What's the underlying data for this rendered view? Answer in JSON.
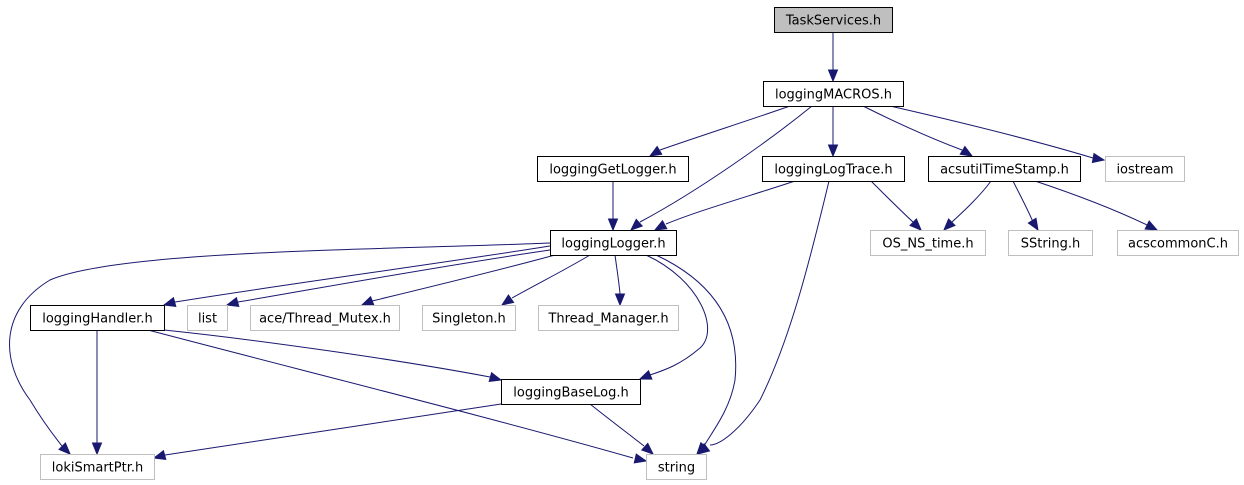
{
  "diagram": {
    "type": "include-dependency-graph",
    "root": "TaskServices.h",
    "colors": {
      "edge": "#191970",
      "root_fill": "#bfbfbf",
      "documented_border": "#000000",
      "undocumented_border": "#bfbfbf",
      "node_fill": "#ffffff"
    },
    "nodes": [
      {
        "id": "TaskServices",
        "label": "TaskServices.h",
        "kind": "root"
      },
      {
        "id": "loggingMACROS",
        "label": "loggingMACROS.h",
        "kind": "documented"
      },
      {
        "id": "loggingGetLogger",
        "label": "loggingGetLogger.h",
        "kind": "documented"
      },
      {
        "id": "loggingLogTrace",
        "label": "loggingLogTrace.h",
        "kind": "documented"
      },
      {
        "id": "acsutilTimeStamp",
        "label": "acsutilTimeStamp.h",
        "kind": "documented"
      },
      {
        "id": "iostream",
        "label": "iostream",
        "kind": "external"
      },
      {
        "id": "loggingLogger",
        "label": "loggingLogger.h",
        "kind": "documented"
      },
      {
        "id": "OS_NS_time",
        "label": "OS_NS_time.h",
        "kind": "external"
      },
      {
        "id": "SString",
        "label": "SString.h",
        "kind": "external"
      },
      {
        "id": "acscommonC",
        "label": "acscommonC.h",
        "kind": "external"
      },
      {
        "id": "loggingHandler",
        "label": "loggingHandler.h",
        "kind": "documented"
      },
      {
        "id": "list",
        "label": "list",
        "kind": "external"
      },
      {
        "id": "Thread_Mutex",
        "label": "ace/Thread_Mutex.h",
        "kind": "external"
      },
      {
        "id": "Singleton",
        "label": "Singleton.h",
        "kind": "external"
      },
      {
        "id": "Thread_Manager",
        "label": "Thread_Manager.h",
        "kind": "external"
      },
      {
        "id": "loggingBaseLog",
        "label": "loggingBaseLog.h",
        "kind": "documented"
      },
      {
        "id": "lokiSmartPtr",
        "label": "lokiSmartPtr.h",
        "kind": "external"
      },
      {
        "id": "string",
        "label": "string",
        "kind": "external"
      }
    ],
    "edges": [
      {
        "from": "TaskServices",
        "to": "loggingMACROS"
      },
      {
        "from": "loggingMACROS",
        "to": "loggingGetLogger"
      },
      {
        "from": "loggingMACROS",
        "to": "loggingLogger"
      },
      {
        "from": "loggingMACROS",
        "to": "loggingLogTrace"
      },
      {
        "from": "loggingMACROS",
        "to": "acsutilTimeStamp"
      },
      {
        "from": "loggingMACROS",
        "to": "iostream"
      },
      {
        "from": "loggingGetLogger",
        "to": "loggingLogger"
      },
      {
        "from": "loggingLogTrace",
        "to": "loggingLogger"
      },
      {
        "from": "loggingLogTrace",
        "to": "OS_NS_time"
      },
      {
        "from": "loggingLogTrace",
        "to": "string"
      },
      {
        "from": "acsutilTimeStamp",
        "to": "OS_NS_time"
      },
      {
        "from": "acsutilTimeStamp",
        "to": "SString"
      },
      {
        "from": "acsutilTimeStamp",
        "to": "acscommonC"
      },
      {
        "from": "loggingLogger",
        "to": "lokiSmartPtr"
      },
      {
        "from": "loggingLogger",
        "to": "loggingHandler"
      },
      {
        "from": "loggingLogger",
        "to": "list"
      },
      {
        "from": "loggingLogger",
        "to": "Thread_Mutex"
      },
      {
        "from": "loggingLogger",
        "to": "Singleton"
      },
      {
        "from": "loggingLogger",
        "to": "Thread_Manager"
      },
      {
        "from": "loggingLogger",
        "to": "loggingBaseLog"
      },
      {
        "from": "loggingLogger",
        "to": "string"
      },
      {
        "from": "loggingHandler",
        "to": "lokiSmartPtr"
      },
      {
        "from": "loggingHandler",
        "to": "loggingBaseLog"
      },
      {
        "from": "loggingHandler",
        "to": "string"
      },
      {
        "from": "loggingBaseLog",
        "to": "lokiSmartPtr"
      },
      {
        "from": "loggingBaseLog",
        "to": "string"
      }
    ]
  }
}
